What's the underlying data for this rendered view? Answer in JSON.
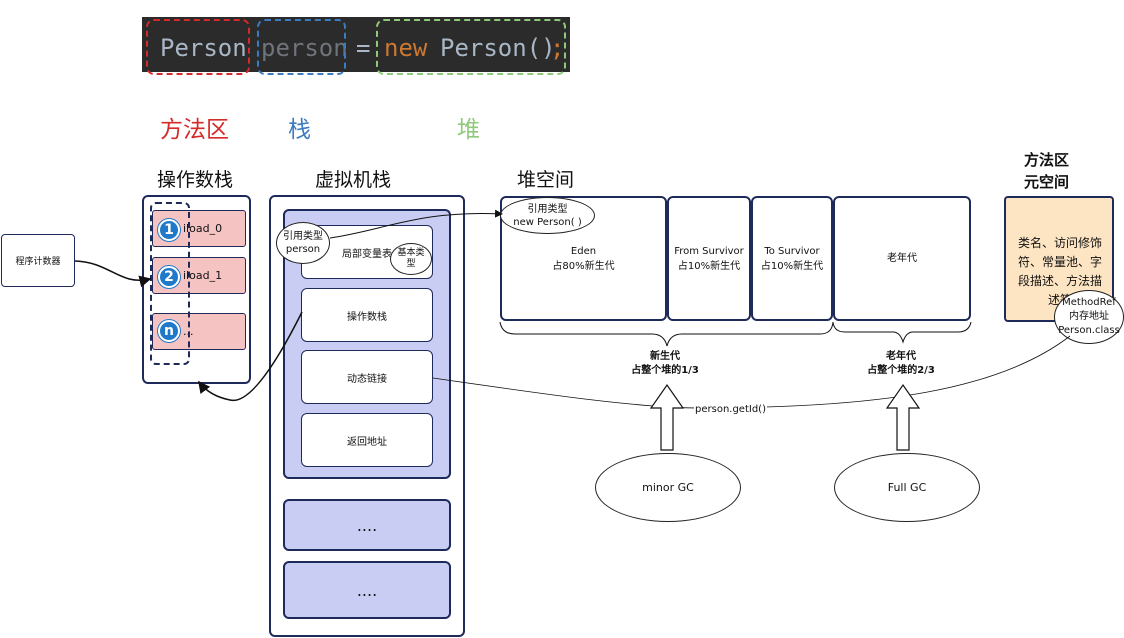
{
  "code": {
    "type": "Person",
    "var": "person",
    "eq": "=",
    "kw": "new",
    "ctor": "Person()",
    "semi": ";"
  },
  "legend": {
    "method_area": "方法区",
    "stack": "栈",
    "heap": "堆"
  },
  "titles": {
    "operand_stack": "操作数栈",
    "vm_stack": "虚拟机栈",
    "heap_space": "堆空间",
    "method_area_line1": "方法区",
    "method_area_line2": "元空间"
  },
  "pc_counter": "程序计数器",
  "operand_items": [
    {
      "badge": "1",
      "label": "iload_0"
    },
    {
      "badge": "2",
      "label": "iload_1"
    },
    {
      "badge": "n",
      "label": "..."
    }
  ],
  "frame": {
    "local_vars": "局部变量表",
    "basic_type": "基本类型",
    "ref_type_line1": "引用类型",
    "ref_type_line2": "person",
    "operand_stack": "操作数栈",
    "dynamic_link": "动态链接",
    "return_addr": "返回地址"
  },
  "more_frames": [
    "....",
    "...."
  ],
  "heap": {
    "ref_line1": "引用类型",
    "ref_line2": "new Person( )",
    "eden_line1": "Eden",
    "eden_line2": "占80%新生代",
    "from_line1": "From Survivor",
    "from_line2": "占10%新生代",
    "to_line1": "To Survivor",
    "to_line2": "占10%新生代",
    "old": "老年代",
    "young_label_line1": "新生代",
    "young_label_line2": "占整个堆的1/3",
    "old_label_line1": "老年代",
    "old_label_line2": "占整个堆的2/3"
  },
  "method_area": {
    "content": "类名、访问修饰符、常量池、字段描述、方法描述等",
    "ref_line1": "MethodRef",
    "ref_line2": "内存地址",
    "ref_line3": "Person.class"
  },
  "call_label": "person.getId()",
  "gc": {
    "minor": "minor GC",
    "full": "Full GC"
  },
  "colors": {
    "red": "#d42a2a",
    "blue": "#3b7bc0",
    "green": "#8fc97a",
    "frame_fill": "#c9cdf3",
    "pink": "#f6c3c3",
    "method_fill": "#fde5c3",
    "navy": "#1e2a5a"
  }
}
